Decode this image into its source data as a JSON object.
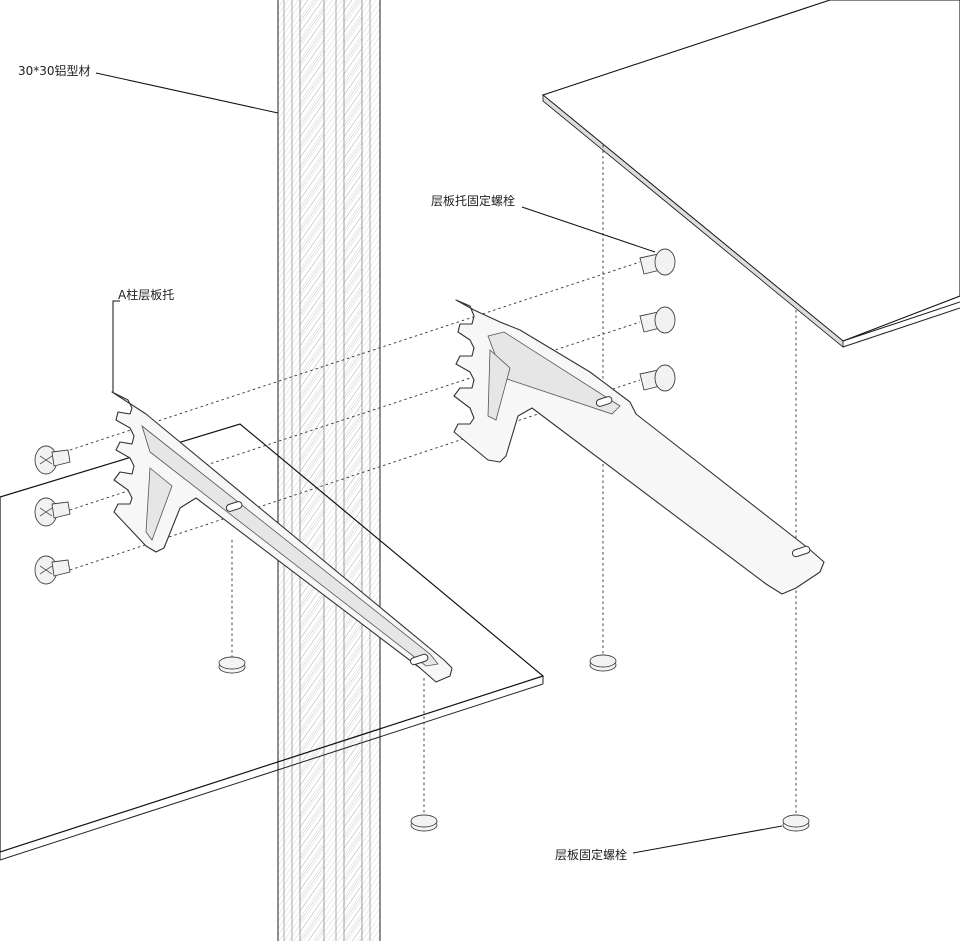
{
  "labels": {
    "aluminum_profile": "30*30铝型材",
    "a_column_bracket": "A柱层板托",
    "bracket_bolt": "层板托固定螺栓",
    "shelf_bolt": "层板固定螺栓"
  },
  "colors": {
    "line": "#222222",
    "hatch": "#9a9a9a",
    "bracket_fill": "#f7f7f7",
    "board_fill": "#ffffff"
  },
  "icons": [
    "bolt-icon",
    "washer-icon"
  ]
}
